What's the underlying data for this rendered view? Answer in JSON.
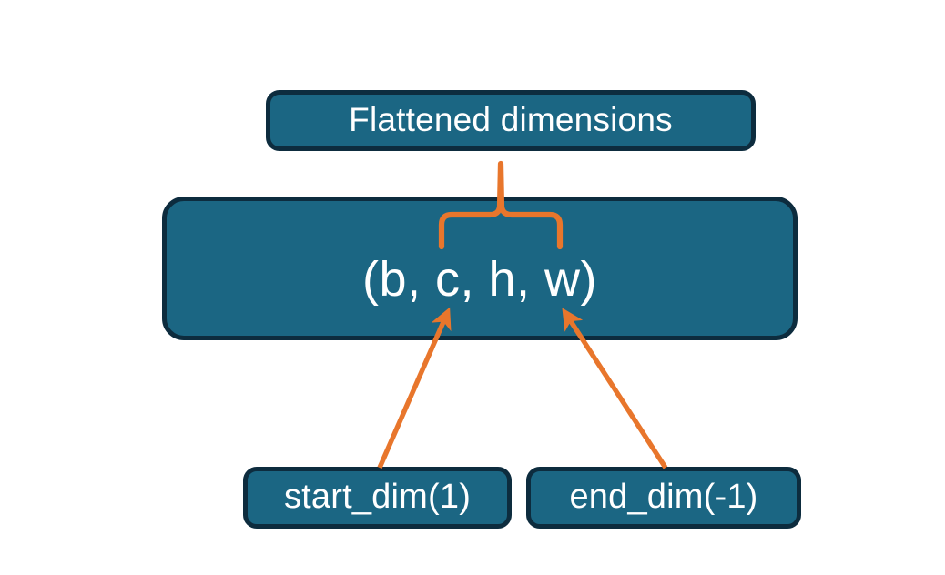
{
  "diagram": {
    "title_node": {
      "label": "Flattened dimensions",
      "name": "flattened-dimensions-node"
    },
    "shape_node": {
      "label": "(b, c, h, w)",
      "name": "tensor-shape-node",
      "dims": [
        "b",
        "c",
        "h",
        "w"
      ]
    },
    "argument_nodes": [
      {
        "label": "start_dim(1)",
        "name": "start-dim-node",
        "argument": "start_dim",
        "value": "1",
        "points_to_dim": "c"
      },
      {
        "label": "end_dim(-1)",
        "name": "end-dim-node",
        "argument": "end_dim",
        "value": "-1",
        "points_to_dim": "w"
      }
    ],
    "connectors": {
      "brace": {
        "name": "flatten-range-brace",
        "spans_dims": [
          "c",
          "h",
          "w"
        ],
        "links_to": "Flattened dimensions"
      },
      "arrows": [
        {
          "name": "start-dim-arrow",
          "from": "start_dim(1)",
          "to": "c"
        },
        {
          "name": "end-dim-arrow",
          "from": "end_dim(-1)",
          "to": "w"
        }
      ]
    },
    "colors": {
      "node_fill": "#1b6683",
      "node_border": "#0d2c3e",
      "node_text": "#ffffff",
      "accent": "#e8762c",
      "background": "#ffffff"
    }
  }
}
